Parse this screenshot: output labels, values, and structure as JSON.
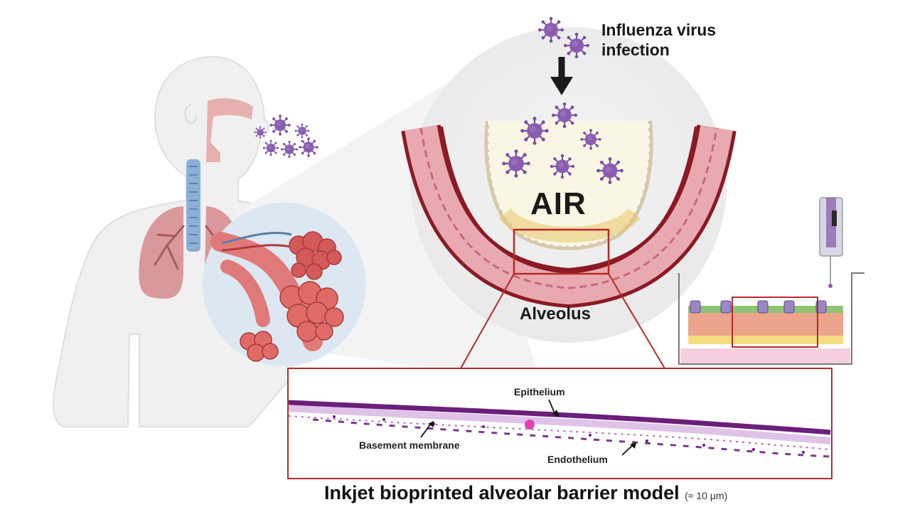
{
  "labels": {
    "virus_line1": "Influenza virus",
    "virus_line2": "infection",
    "air": "AIR",
    "alveolus": "Alveolus",
    "epithelium": "Epithelium",
    "basement_membrane": "Basement membrane",
    "endothelium": "Endothelium",
    "title": "Inkjet bioprinted alveolar barrier model",
    "scale": "(≈ 10 μm)"
  },
  "colors": {
    "virus": "#7a4ea0",
    "tissue_red": "#d9727a",
    "membrane_dark": "#8b1a24",
    "frame_red": "#b52a2a",
    "stain_purple": "#6a1f7a",
    "background_gray": "#efefef"
  }
}
